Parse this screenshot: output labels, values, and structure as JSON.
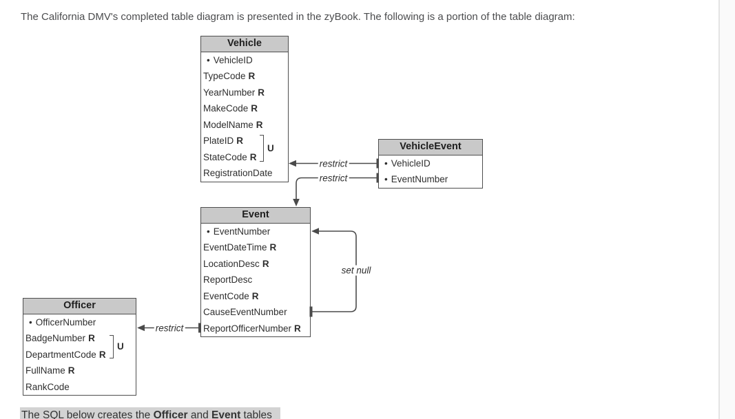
{
  "intro": {
    "text": "The California DMV's completed table diagram is presented in the zyBook. The following is a portion of the table diagram:"
  },
  "footer": {
    "text_before": "The SQL below creates the ",
    "table1": "Officer",
    "text_between": " and ",
    "table2": "Event",
    "text_after": " tables"
  },
  "colors": {
    "table_header_fill": "#c9c9c9",
    "table_border": "#4d4d4d",
    "connector_line": "#4a4a4a",
    "diagram_text": "#2e2e2e",
    "intro_text": "#4b4c4e",
    "footer_highlight": "#d3d3d3"
  },
  "diagram": {
    "key_marker": "•",
    "required_marker": "R",
    "tables": [
      {
        "name": "Vehicle",
        "unique_label": "U",
        "columns": [
          {
            "label": "VehicleID",
            "key": true
          },
          {
            "label": "TypeCode",
            "required": true
          },
          {
            "label": "YearNumber",
            "required": true
          },
          {
            "label": "MakeCode",
            "required": true
          },
          {
            "label": "ModelName",
            "required": true
          },
          {
            "label": "PlateID",
            "required": true,
            "unique_group": "U"
          },
          {
            "label": "StateCode",
            "required": true,
            "unique_group": "U"
          },
          {
            "label": "RegistrationDate"
          }
        ]
      },
      {
        "name": "VehicleEvent",
        "columns": [
          {
            "label": "VehicleID",
            "key": true
          },
          {
            "label": "EventNumber",
            "key": true
          }
        ]
      },
      {
        "name": "Event",
        "columns": [
          {
            "label": "EventNumber",
            "key": true
          },
          {
            "label": "EventDateTime",
            "required": true
          },
          {
            "label": "LocationDesc",
            "required": true
          },
          {
            "label": "ReportDesc"
          },
          {
            "label": "EventCode",
            "required": true
          },
          {
            "label": "CauseEventNumber"
          },
          {
            "label": "ReportOfficerNumber",
            "required": true
          }
        ]
      },
      {
        "name": "Officer",
        "unique_label": "U",
        "columns": [
          {
            "label": "OfficerNumber",
            "key": true
          },
          {
            "label": "BadgeNumber",
            "required": true,
            "unique_group": "U"
          },
          {
            "label": "DepartmentCode",
            "required": true,
            "unique_group": "U"
          },
          {
            "label": "FullName",
            "required": true
          },
          {
            "label": "RankCode"
          }
        ]
      }
    ],
    "relationships": [
      {
        "label": "restrict",
        "from": "VehicleEvent.VehicleID",
        "to": "Vehicle"
      },
      {
        "label": "restrict",
        "from": "VehicleEvent.EventNumber",
        "to": "Event"
      },
      {
        "label": "set null",
        "from": "Event.CauseEventNumber",
        "to": "Event.EventNumber"
      },
      {
        "label": "restrict",
        "from": "Event.ReportOfficerNumber",
        "to": "Officer"
      }
    ]
  }
}
